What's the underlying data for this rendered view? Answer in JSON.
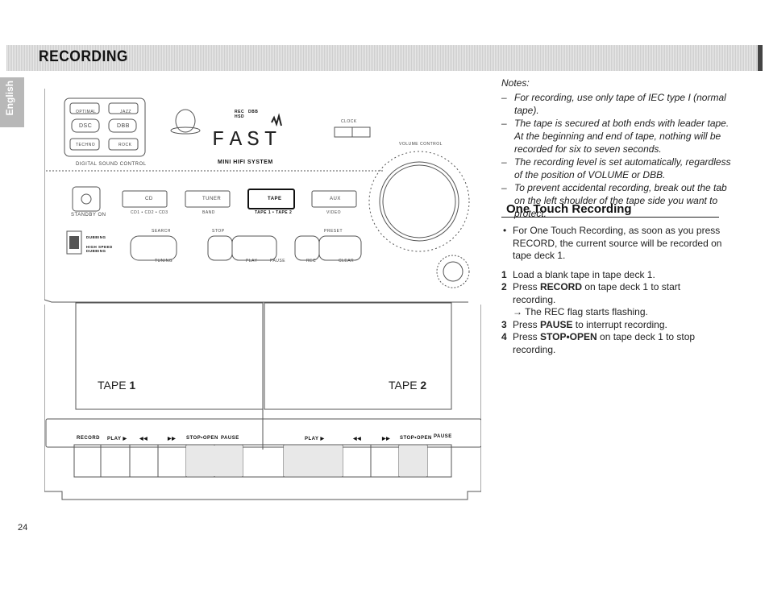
{
  "header": {
    "title": "RECORDING",
    "language_tab": "English"
  },
  "device": {
    "display_text": "FAST",
    "labels": {
      "digital_sound_control": "DIGITAL SOUND CONTROL",
      "mini_hifi_system": "MINI HIFI SYSTEM",
      "rec": "REC",
      "hsd": "HSD",
      "dbb": "DBB",
      "clock": "CLOCK",
      "volume_control": "VOLUME CONTROL",
      "standby_on": "STANDBY ON",
      "cd": "CD",
      "cd_sel": "CD1 • CD2 • CD3",
      "tuner": "TUNER",
      "band": "BAND",
      "tape": "TAPE",
      "tape_sel": "TAPE 1 • TAPE 2",
      "aux": "AUX",
      "video": "VIDEO",
      "search": "SEARCH",
      "tuning": "TUNING",
      "stop": "STOP",
      "play": "PLAY",
      "pause": "PAUSE",
      "preset": "PRESET",
      "rec_btn": "REC",
      "clear": "CLEAR",
      "dubbing": "DUBBING",
      "high_speed_dubbing": "HIGH SPEED DUBBING",
      "dsc_keys": [
        "OPTIMAL",
        "JAZZ",
        "DSC",
        "DBB",
        "TECHNO",
        "ROCK"
      ]
    },
    "tape1": {
      "label": "TAPE",
      "num": "1"
    },
    "tape2": {
      "label": "TAPE",
      "num": "2"
    },
    "deck1_keys": [
      "RECORD",
      "PLAY ▶",
      "◀◀",
      "▶▶",
      "STOP•OPEN",
      "PAUSE"
    ],
    "deck2_keys": [
      "PLAY ▶",
      "◀◀",
      "▶▶",
      "STOP•OPEN",
      "PAUSE"
    ]
  },
  "notes": {
    "heading": "Notes:",
    "items": [
      "For recording, use only tape of IEC type I (normal tape).",
      "The tape is secured at both ends with leader tape. At the beginning and end of tape, nothing will be recorded for six to seven seconds.",
      "The recording level is set automatically, regardless of the position of VOLUME or DBB.",
      "To prevent accidental recording, break out the tab on the left shoulder of the tape side you want to protect."
    ]
  },
  "one_touch": {
    "title": "One Touch Recording",
    "bullet": "For One Touch Recording, as soon as you press RECORD, the current source will be recorded on tape deck 1.",
    "steps": [
      {
        "n": "1",
        "pre": "Load a blank tape in tape deck 1.",
        "bold": "",
        "post": ""
      },
      {
        "n": "2",
        "pre": "Press ",
        "bold": "RECORD",
        "post": " on tape deck 1 to start recording."
      },
      {
        "n": "3",
        "pre": "Press ",
        "bold": "PAUSE",
        "post": " to interrupt recording."
      },
      {
        "n": "4",
        "pre": "Press ",
        "bold": "STOP•OPEN",
        "post": " on tape deck 1 to stop recording."
      }
    ],
    "result": "→ The REC flag starts flashing."
  },
  "page_number": "24"
}
